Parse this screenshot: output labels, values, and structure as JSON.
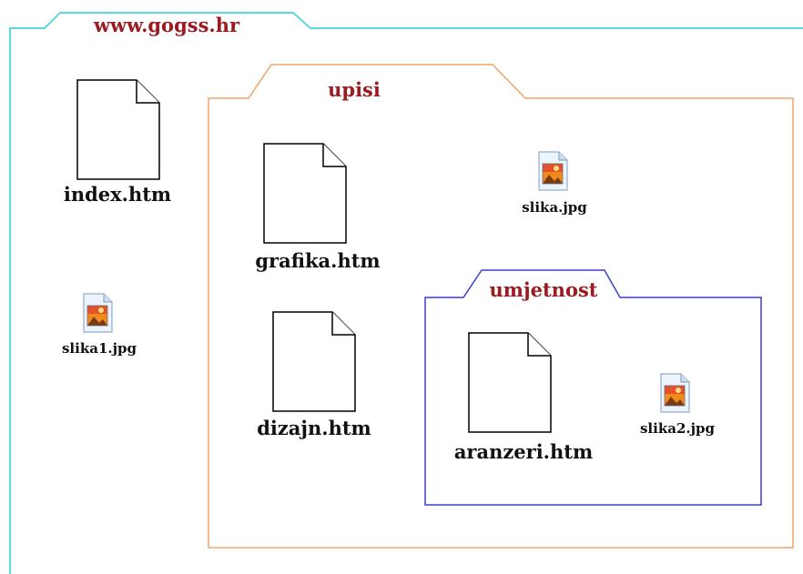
{
  "diagram": {
    "root_folder": {
      "title": "www.gogss.hr",
      "color": "#5ed7df"
    },
    "upisi_folder": {
      "title": "upisi",
      "color": "#f0a46b"
    },
    "umjetnost_folder": {
      "title": "umjetnost",
      "color": "#3a3fcf"
    },
    "files": {
      "index": "index.htm",
      "grafika": "grafika.htm",
      "dizajn": "dizajn.htm",
      "aranzeri": "aranzeri.htm"
    },
    "images": {
      "slika1": "slika1.jpg",
      "slika": "slika.jpg",
      "slika2": "slika2.jpg"
    },
    "icons": {
      "html_file": "document-icon",
      "image_file": "jpg-image-icon"
    },
    "colors": {
      "folder_title": "#9b1b20",
      "file_label": "#111111"
    }
  }
}
